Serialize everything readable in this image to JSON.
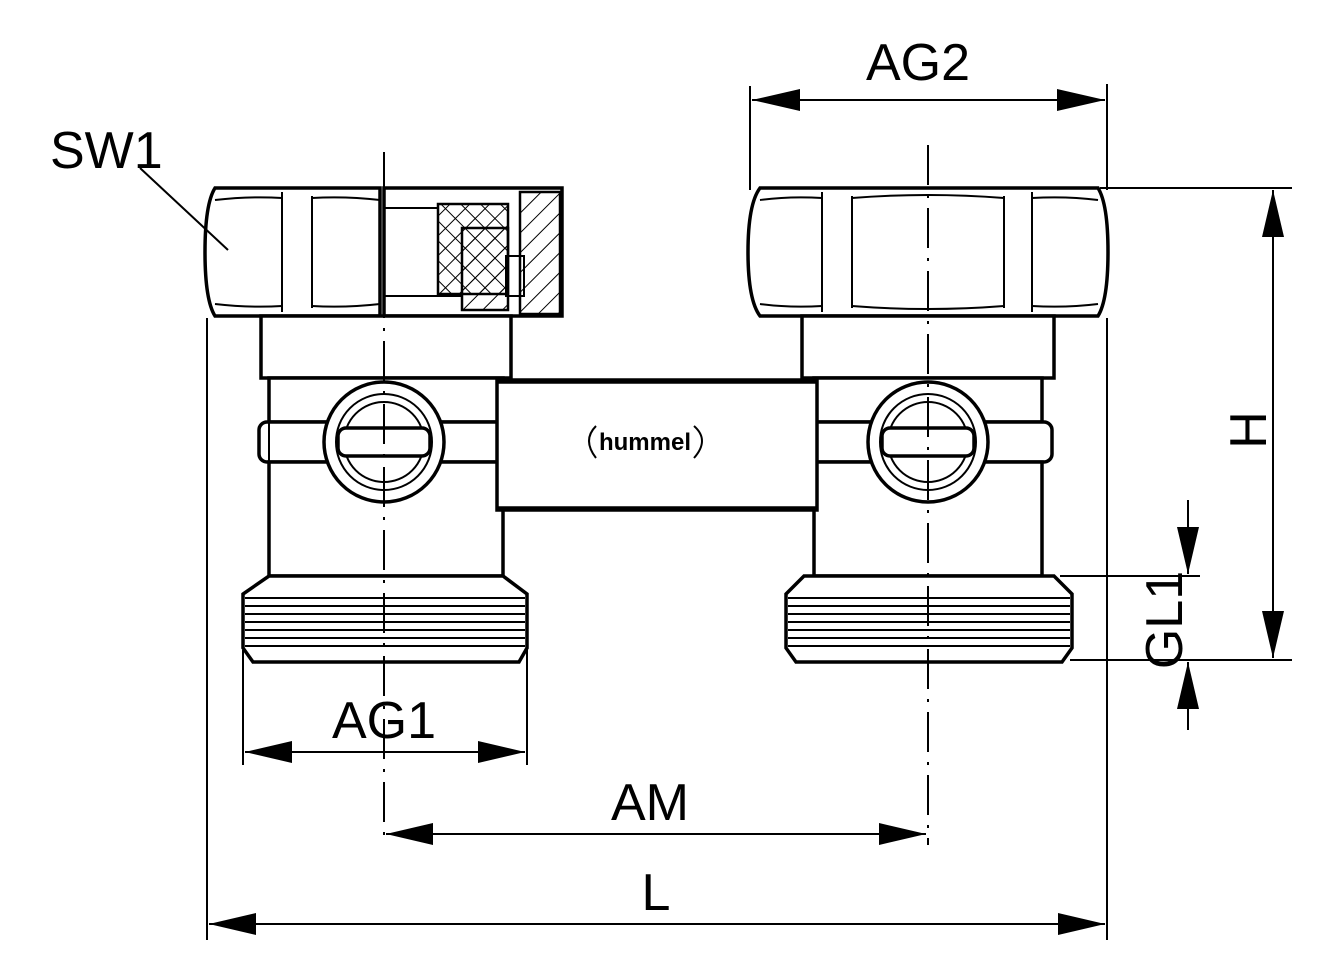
{
  "labels": {
    "sw1": "SW1",
    "ag2": "AG2",
    "ag1": "AG1",
    "am": "AM",
    "l": "L",
    "h": "H",
    "gl1": "GL1"
  },
  "brand": {
    "logo_text": "hummel"
  },
  "colors": {
    "line": "#000000",
    "background": "#ffffff"
  }
}
